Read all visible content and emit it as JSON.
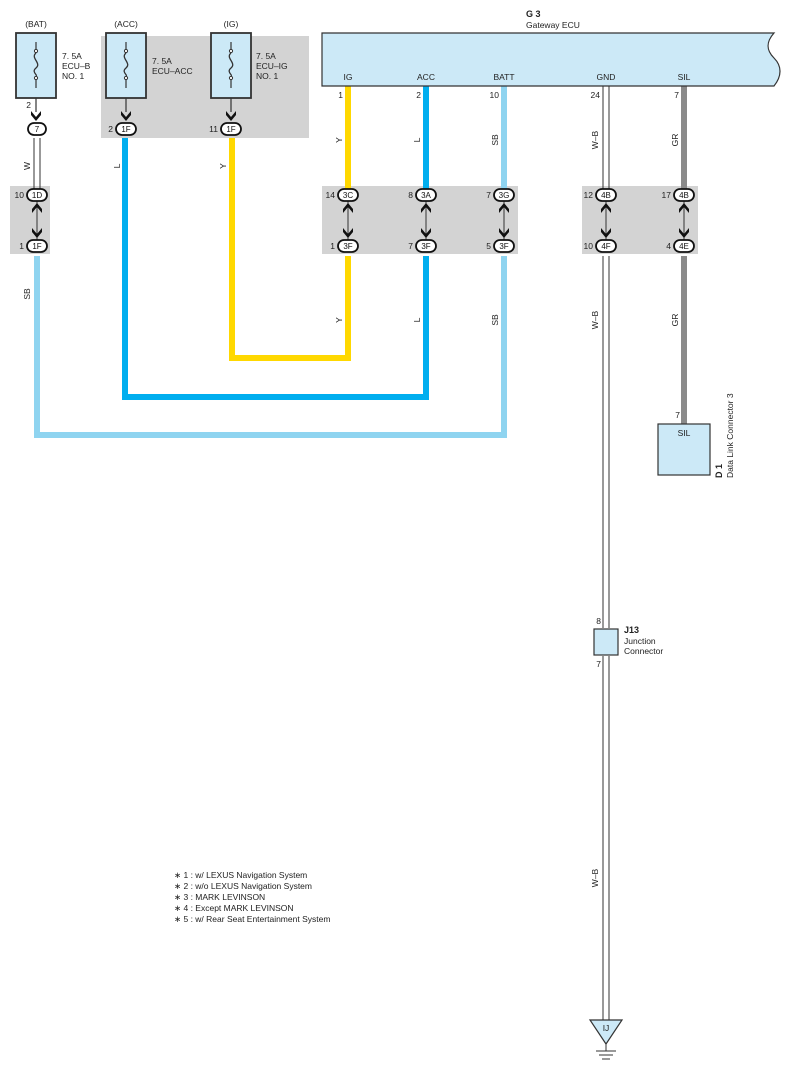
{
  "sources": {
    "bat": "(BAT)",
    "acc": "(ACC)",
    "ig": "(IG)"
  },
  "fuses": {
    "ecub": {
      "line1": "7. 5A",
      "line2": "ECU–B",
      "line3": "NO. 1"
    },
    "ecuacc": {
      "line1": "7. 5A",
      "line2": "ECU–ACC"
    },
    "ecuig": {
      "line1": "7. 5A",
      "line2": "ECU–IG",
      "line3": "NO. 1"
    }
  },
  "gateway": {
    "code": "G 3",
    "name": "Gateway ECU",
    "pins": [
      {
        "label": "IG",
        "num": "1"
      },
      {
        "label": "ACC",
        "num": "2"
      },
      {
        "label": "BATT",
        "num": "10"
      },
      {
        "label": "GND",
        "num": "24"
      },
      {
        "label": "SIL",
        "num": "7"
      }
    ]
  },
  "wire_colors": {
    "w": "W",
    "sb": "SB",
    "l": "L",
    "y": "Y",
    "wb": "W–B",
    "gr": "GR"
  },
  "colors": {
    "sb": "#8fd4f0",
    "l": "#00aeef",
    "y": "#ffd800",
    "gr": "#8a8a8a",
    "w": "#ffffff",
    "component_fill": "#cce9f7",
    "panel": "#d3d3d3"
  },
  "connectors": {
    "bat_top": {
      "pin": "2",
      "code": "7"
    },
    "acc_top": {
      "pin": "2",
      "code": "1F"
    },
    "ig_top": {
      "pin": "11",
      "code": "1F"
    },
    "left_a": {
      "pin": "10",
      "code": "1D"
    },
    "left_b": {
      "pin": "1",
      "code": "1F"
    },
    "ig_a": {
      "pin": "14",
      "code": "3C"
    },
    "ig_b": {
      "pin": "1",
      "code": "3F"
    },
    "acc_a": {
      "pin": "8",
      "code": "3A"
    },
    "acc_b": {
      "pin": "7",
      "code": "3F"
    },
    "batt_a": {
      "pin": "7",
      "code": "3G"
    },
    "batt_b": {
      "pin": "5",
      "code": "3F"
    },
    "gnd_a": {
      "pin": "12",
      "code": "4B"
    },
    "gnd_b": {
      "pin": "10",
      "code": "4F"
    },
    "sil_a": {
      "pin": "17",
      "code": "4B"
    },
    "sil_b": {
      "pin": "4",
      "code": "4E"
    }
  },
  "dlc": {
    "code": "D 1",
    "name": "Data Link Connector 3",
    "pin": "7",
    "label": "SIL"
  },
  "junction": {
    "code": "J13",
    "line1": "Junction",
    "line2": "Connector",
    "pin_in": "8",
    "pin_out": "7"
  },
  "ground": {
    "label": "IJ"
  },
  "notes": [
    "∗ 1 : w/ LEXUS Navigation System",
    "∗ 2 : w/o LEXUS Navigation System",
    "∗ 3 : MARK LEVINSON",
    "∗ 4 : Except MARK LEVINSON",
    "∗ 5 : w/ Rear Seat Entertainment System"
  ]
}
